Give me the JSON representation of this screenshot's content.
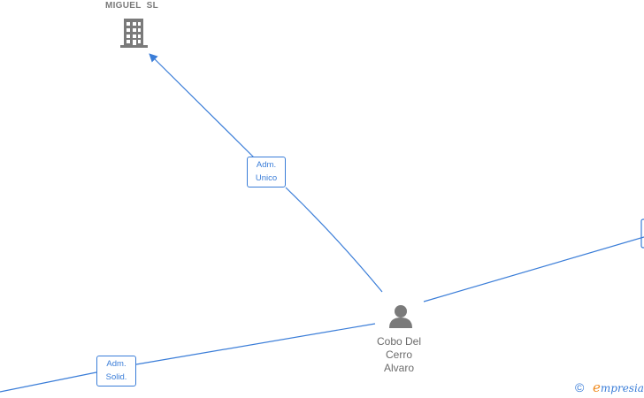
{
  "company": {
    "name": "MIGUEL  SL",
    "icon": "building-icon"
  },
  "person": {
    "name_lines": [
      "Cobo Del",
      "Cerro",
      "Alvaro"
    ],
    "icon": "person-icon"
  },
  "edges": [
    {
      "label_lines": [
        "Adm.",
        "Unico"
      ]
    },
    {
      "label_lines": [
        "Adm.",
        "Solid."
      ]
    }
  ],
  "footer": {
    "copyright": "©",
    "brand_first": "e",
    "brand_rest": "mpresia"
  },
  "colors": {
    "edge": "#3a7dd8",
    "icon": "#7a7a7a",
    "brand_orange": "#f08a1c"
  }
}
